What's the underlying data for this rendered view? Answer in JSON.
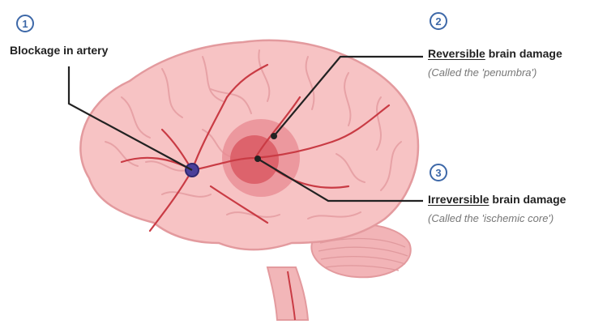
{
  "callouts": [
    {
      "number": "1",
      "title": "Blockage in artery"
    },
    {
      "number": "2",
      "emphasis": "Reversible",
      "rest": " brain damage",
      "note": "(Called the 'penumbra')"
    },
    {
      "number": "3",
      "emphasis": "Irreversible",
      "rest": " brain damage",
      "note": "(Called the 'ischemic core')"
    }
  ],
  "colors": {
    "brain_fill": "#f7c3c4",
    "brain_outline": "#e39a9e",
    "vessel": "#c93b44",
    "penumbra": "#e88a92",
    "core": "#d9565f",
    "blockage": "#4a3f9a",
    "badge": "#3d68a8",
    "leader_line": "#222222"
  },
  "icons": [
    "brain-illustration"
  ]
}
